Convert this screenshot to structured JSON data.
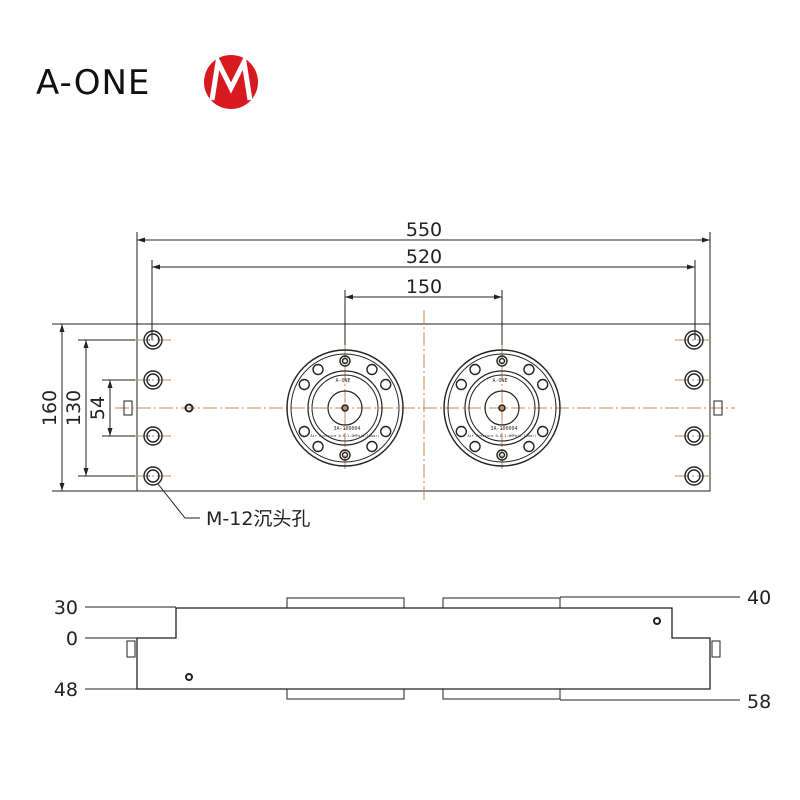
{
  "brand": {
    "name": "A-ONE",
    "accent_color": "#d71920"
  },
  "top_view": {
    "dim_overall_length": "550",
    "dim_hole_spacing_length": "520",
    "dim_chuck_spacing": "150",
    "dim_overall_width": "160",
    "dim_hole_spacing_width": "130",
    "dim_inner_hole_spacing": "54",
    "hole_callout": "M-12沉头孔",
    "chuck_label": "A-ONE",
    "chuck_part_number": "3A-100004",
    "chuck_pressure": "Air Pressure 0.6-1.0MPa(6-10bar)"
  },
  "side_view": {
    "label_top_body": "30",
    "label_reference": "0",
    "label_bottom": "48",
    "label_chuck_top": "40",
    "label_chuck_bottom": "58"
  },
  "colors": {
    "centerline": "#c8875a",
    "line": "#222222"
  }
}
